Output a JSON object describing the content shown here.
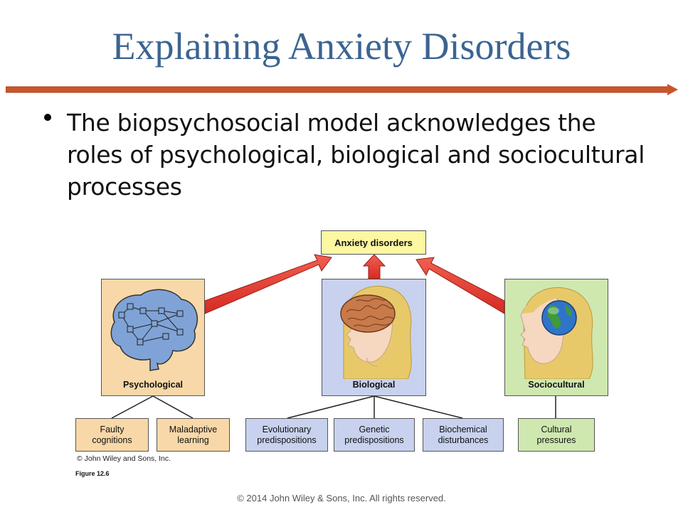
{
  "slide": {
    "title": "Explaining Anxiety Disorders",
    "bullet": "The biopsychosocial model acknowledges the roles of psychological, biological and sociocultural processes",
    "footer": "© 2014 John Wiley & Sons, Inc. All rights reserved."
  },
  "figure": {
    "top_box": "Anxiety disorders",
    "panels": [
      {
        "label": "Psychological",
        "image": "brain-network-icon"
      },
      {
        "label": "Biological",
        "image": "head-with-brain-icon"
      },
      {
        "label": "Sociocultural",
        "image": "head-with-globe-icon"
      }
    ],
    "factors": {
      "psychological": [
        "Faulty\ncognitions",
        "Maladaptive\nlearning"
      ],
      "biological": [
        "Evolutionary\npredispositions",
        "Genetic\npredispositions",
        "Biochemical\ndisturbances"
      ],
      "sociocultural": [
        "Cultural\npressures"
      ]
    },
    "copyright": "© John Wiley and Sons, Inc.",
    "figure_label": "Figure 12.6"
  },
  "colors": {
    "title": "#3b6491",
    "top_box_fill": "#fdf7a2",
    "psych_fill": "#f8d8a8",
    "bio_fill": "#c8d2ee",
    "socio_fill": "#cfe8b0",
    "arrow": "#e83a30"
  }
}
